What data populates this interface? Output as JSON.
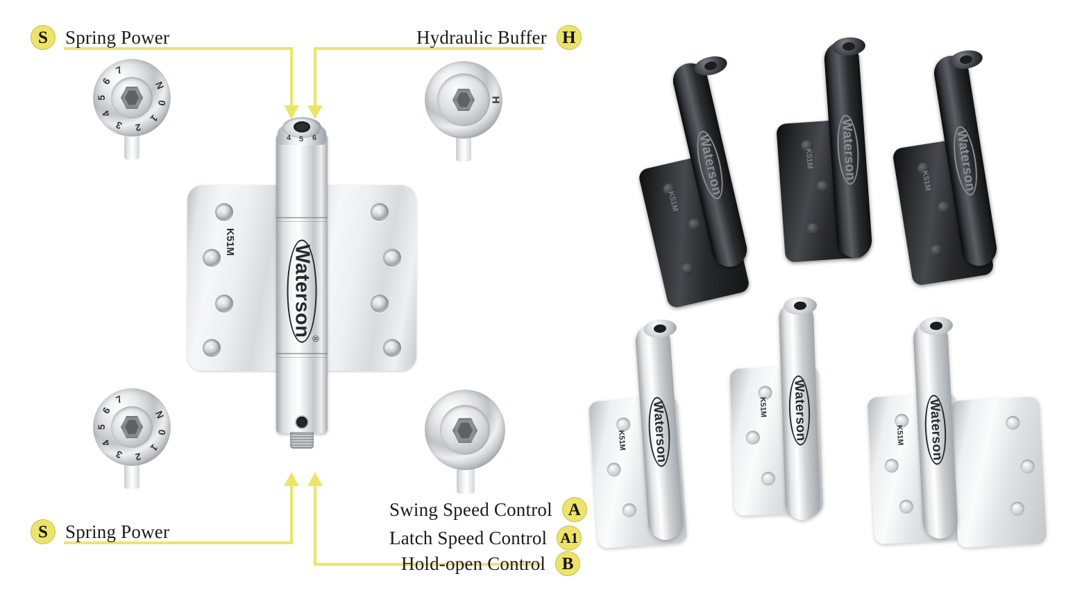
{
  "page": {
    "brand": "Waterson",
    "registered_mark": "®",
    "model": "K51M",
    "accent_color": "#ece469",
    "background_color": "#ffffff"
  },
  "callouts": [
    {
      "id": "spring-power-top",
      "badge": "S",
      "label": "Spring Power"
    },
    {
      "id": "hydraulic-buffer",
      "badge": "H",
      "label": "Hydraulic Buffer"
    },
    {
      "id": "spring-power-bottom",
      "badge": "S",
      "label": "Spring Power"
    },
    {
      "id": "swing-speed-control",
      "badge": "A",
      "label": "Swing Speed Control"
    },
    {
      "id": "latch-speed-control",
      "badge": "A1",
      "label": "Latch Speed Control"
    },
    {
      "id": "hold-open-control",
      "badge": "B",
      "label": "Hold-open Control"
    }
  ],
  "detail_dials": [
    {
      "id": "spring-dial-top",
      "marks": [
        "0",
        "1",
        "2",
        "3",
        "4",
        "5",
        "6",
        "7"
      ],
      "neutral_mark": "N",
      "drive": "hex-socket"
    },
    {
      "id": "hydraulic-dial-top",
      "marks": [],
      "letter_mark": "H",
      "drive": "hex-socket"
    },
    {
      "id": "spring-dial-bottom",
      "marks": [
        "0",
        "1",
        "2",
        "3",
        "4",
        "5",
        "6",
        "7"
      ],
      "neutral_mark": "N",
      "drive": "hex-socket"
    },
    {
      "id": "speed-control-dial-bottom",
      "marks": [],
      "drive": "hex-socket"
    }
  ],
  "main_hinge": {
    "model": "K51M",
    "brand": "Waterson",
    "registered_mark": "®",
    "top_dial_marks": [
      "4",
      "5",
      "6"
    ],
    "leaf_hole_count": 4
  },
  "product_groups": [
    {
      "id": "black-hinge-group",
      "finish": "black",
      "count": 3,
      "model": "K51M",
      "brand": "Waterson",
      "registered_mark": "®"
    },
    {
      "id": "silver-hinge-group",
      "finish": "satin-chrome",
      "count": 3,
      "model": "K51M",
      "brand": "Waterson",
      "registered_mark": "®"
    }
  ]
}
